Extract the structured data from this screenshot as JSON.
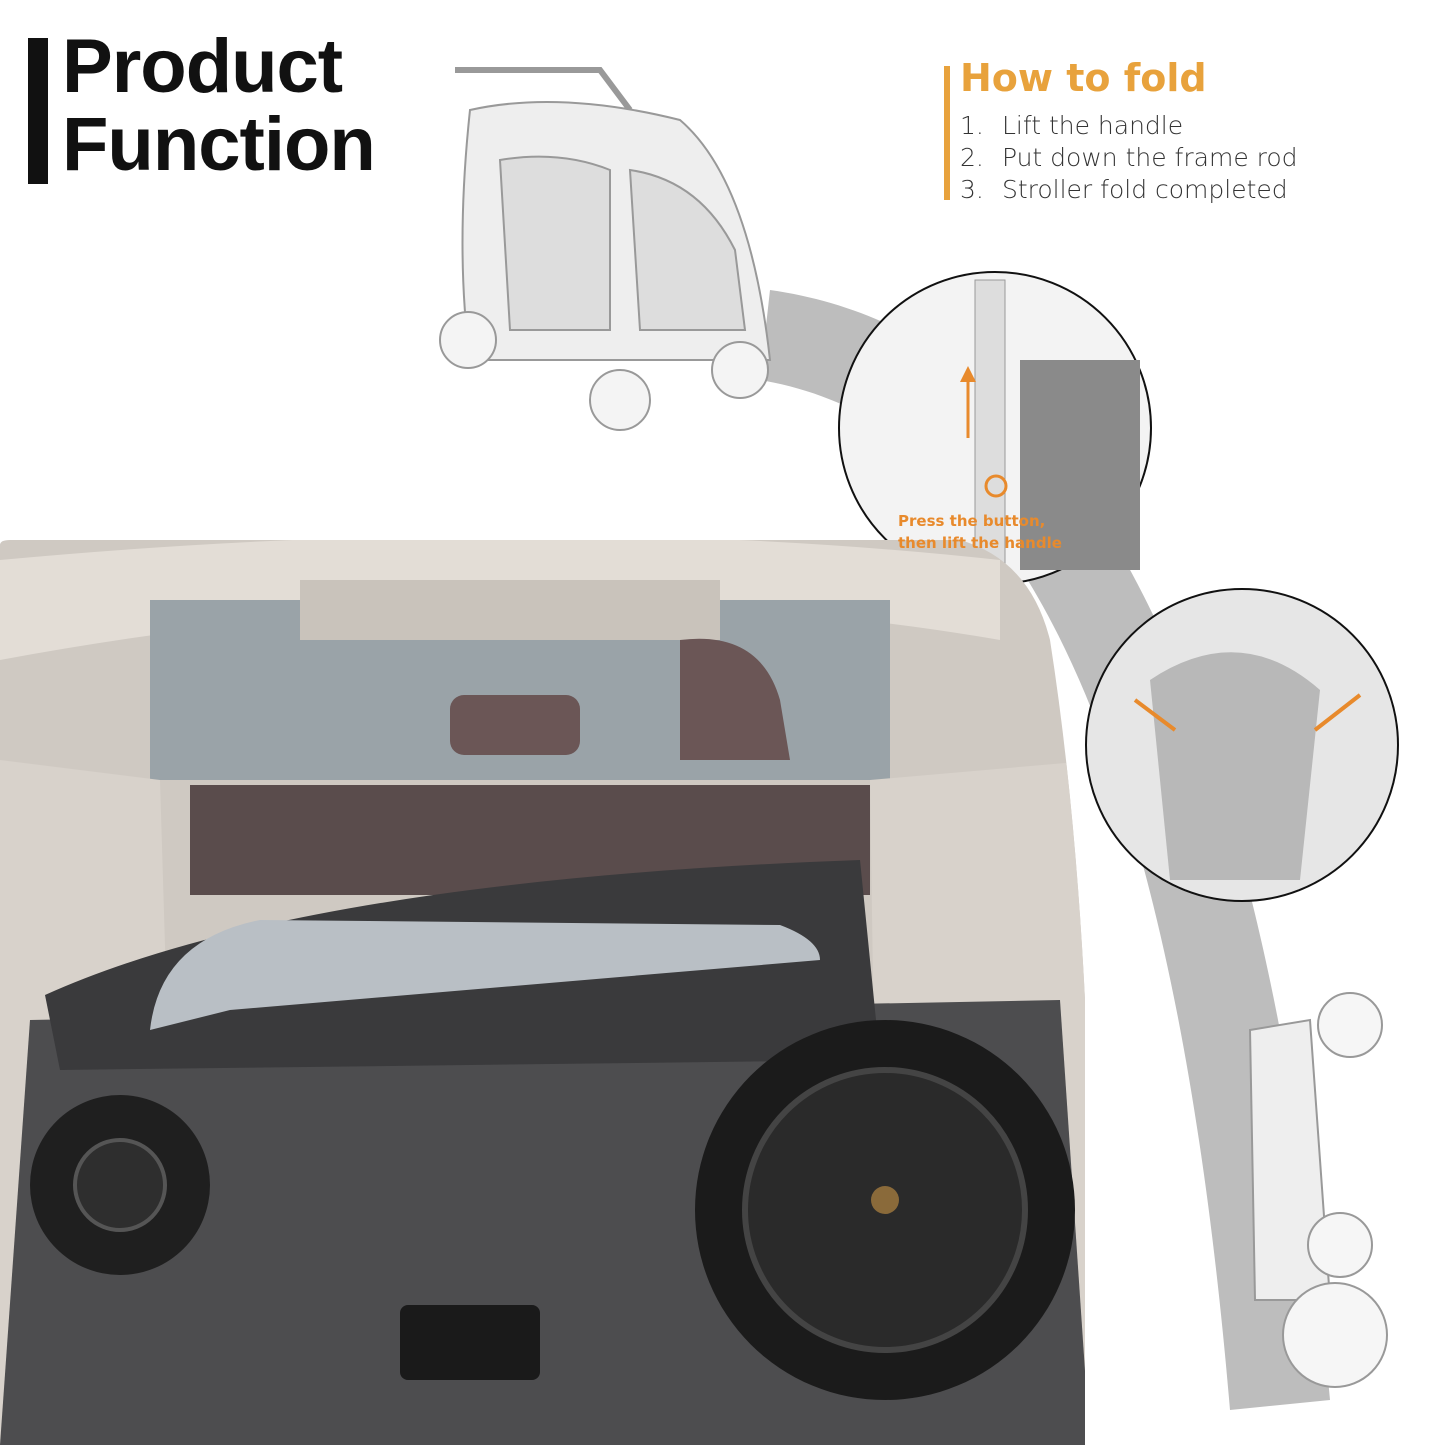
{
  "heading": {
    "line1": "Product",
    "line2": "Function"
  },
  "how_to_fold": {
    "title": "How to fold",
    "steps": [
      {
        "num": "1.",
        "text": "Lift the handle"
      },
      {
        "num": "2.",
        "text": "Put down the frame rod"
      },
      {
        "num": "3.",
        "text": "Stroller fold completed"
      }
    ]
  },
  "callout": {
    "line1": "Press the button,",
    "line2": "then lift the handle"
  },
  "colors": {
    "accent": "#E8A23C",
    "arc": "#BDBDBD",
    "text": "#111111"
  }
}
